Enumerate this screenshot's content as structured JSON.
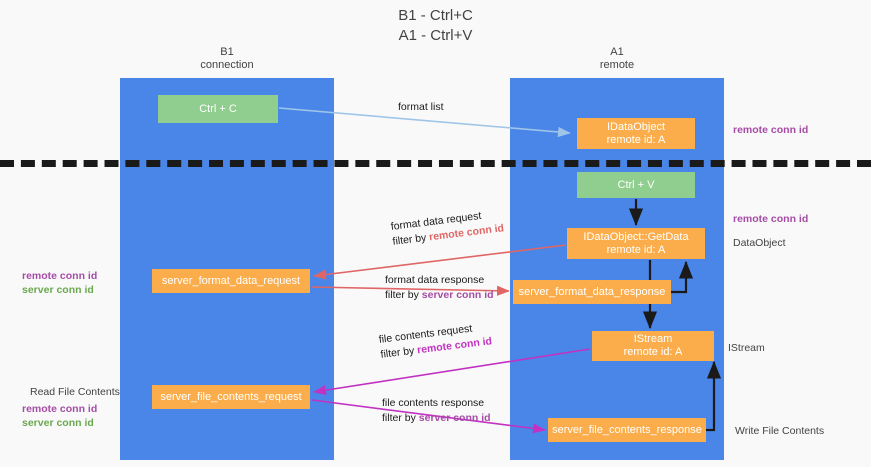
{
  "title": {
    "line1": "B1 - Ctrl+C",
    "line2": "A1 - Ctrl+V"
  },
  "lanes": [
    {
      "id": "b1",
      "name": "B1",
      "role": "connection"
    },
    {
      "id": "a1",
      "name": "A1",
      "role": "remote"
    }
  ],
  "nodes": {
    "ctrl_c": {
      "label": "Ctrl + C",
      "kind": "action",
      "lane": "b1"
    },
    "idataobject": {
      "line1": "IDataObject",
      "line2": "remote id: A",
      "kind": "message",
      "lane": "a1"
    },
    "ctrl_v": {
      "label": "Ctrl + V",
      "kind": "action",
      "lane": "a1"
    },
    "getdata": {
      "line1": "IDataObject::GetData",
      "line2": "remote id: A",
      "kind": "message",
      "lane": "a1"
    },
    "format_req": {
      "label": "server_format_data_request",
      "kind": "message",
      "lane": "b1"
    },
    "format_resp": {
      "label": "server_format_data_response",
      "kind": "message",
      "lane": "a1"
    },
    "istream": {
      "line1": "IStream",
      "line2": "remote id: A",
      "kind": "message",
      "lane": "a1"
    },
    "file_req": {
      "label": "server_file_contents_request",
      "kind": "message",
      "lane": "b1"
    },
    "file_resp": {
      "label": "server_file_contents_response",
      "kind": "message",
      "lane": "a1"
    }
  },
  "arrow_labels": {
    "format_list": {
      "line1": "format list"
    },
    "format_data_req": {
      "line1": "format data request",
      "filter_prefix": "filter by ",
      "filter_key": "remote conn id"
    },
    "format_data_resp": {
      "line1": "format data response",
      "filter_prefix": "filter by ",
      "filter_key": "server conn id"
    },
    "file_contents_req": {
      "line1": "file contents request",
      "filter_prefix": "filter by ",
      "filter_key": "remote conn id"
    },
    "file_contents_resp": {
      "line1": "file contents response",
      "filter_prefix": "filter by ",
      "filter_key": "server conn id"
    }
  },
  "annotations": {
    "right": [
      {
        "id": "r1",
        "text": "remote conn id",
        "style": "purple"
      },
      {
        "id": "r2",
        "text": "remote conn id",
        "style": "purple"
      },
      {
        "id": "r3",
        "text": "DataObject",
        "style": "dark"
      },
      {
        "id": "r4",
        "text": "IStream",
        "style": "dark"
      },
      {
        "id": "r5",
        "text": "Write File Contents",
        "style": "dark"
      }
    ],
    "left": [
      {
        "id": "l1",
        "line1": "remote conn id",
        "line2": "server conn id"
      },
      {
        "id": "l2",
        "text": "Read File Contents",
        "style": "dark"
      },
      {
        "id": "l3",
        "line1": "remote conn id",
        "line2": "server conn id"
      }
    ]
  },
  "colors": {
    "lane": "#4a86e8",
    "action_box": "#8fce8f",
    "message_box": "#fbad4b",
    "divider": "#1a1a1a",
    "arrow_format_list": "#9fc5e8",
    "arrow_format": "#e06666",
    "arrow_file": "#c232c2",
    "arrow_internal": "#1a1a1a",
    "text_purple": "#a64ca6",
    "text_green": "#6aa84f",
    "background": "#f9f9f9"
  }
}
